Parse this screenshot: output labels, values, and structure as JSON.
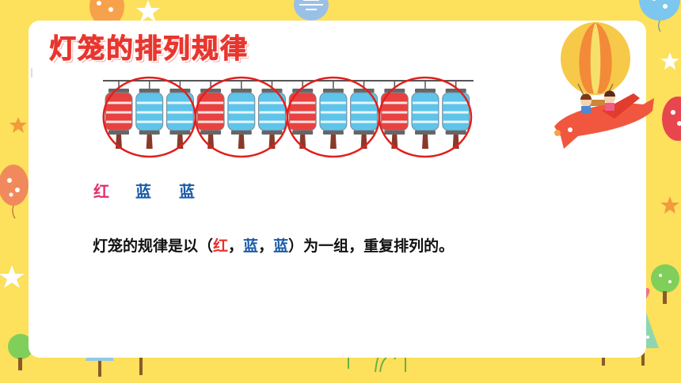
{
  "title": "灯笼的排列规律",
  "legend": {
    "item1": "红",
    "item2": "蓝",
    "item3": "蓝"
  },
  "sentence": {
    "prefix": "灯笼的规律是以（",
    "w1": "红",
    "sep1": "，",
    "w2": "蓝",
    "sep2": "，",
    "w3": "蓝",
    "suffix": "）为一组，重复排列的。"
  },
  "lantern_sequence": [
    "red",
    "blue",
    "blue",
    "red",
    "blue",
    "blue",
    "red",
    "blue",
    "blue",
    "red",
    "blue",
    "blue"
  ],
  "colors": {
    "background": "#fde05b",
    "panel": "#ffffff",
    "title": "#e8362f",
    "red_lantern": "#e8413f",
    "blue_lantern": "#5ec4ea",
    "circle": "#e0201d",
    "blue_text": "#1a5aa8",
    "legend_red": "#e2306a"
  }
}
